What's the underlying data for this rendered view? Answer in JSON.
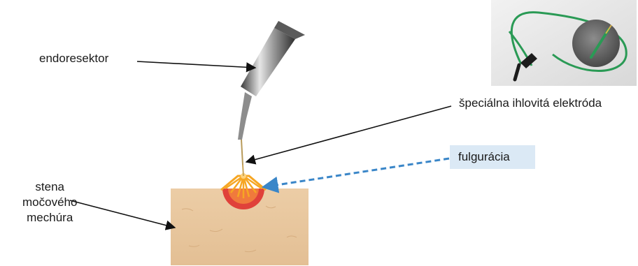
{
  "labels": {
    "endoresektor": "endoresektor",
    "elektroda": "špeciálna ihlovitá elektróda",
    "fulguracia": "fulgurácia",
    "stena_line1": "stena",
    "stena_line2": "močového",
    "stena_line3": "mechúra"
  },
  "colors": {
    "arrow_black": "#111111",
    "arrow_dashed": "#3a86c8",
    "tissue": "#e9c9a1",
    "burn_red": "#e0413a",
    "burn_orange": "#f6a623",
    "callout_bg": "#dbe9f5",
    "wire_green": "#2a9a55"
  }
}
